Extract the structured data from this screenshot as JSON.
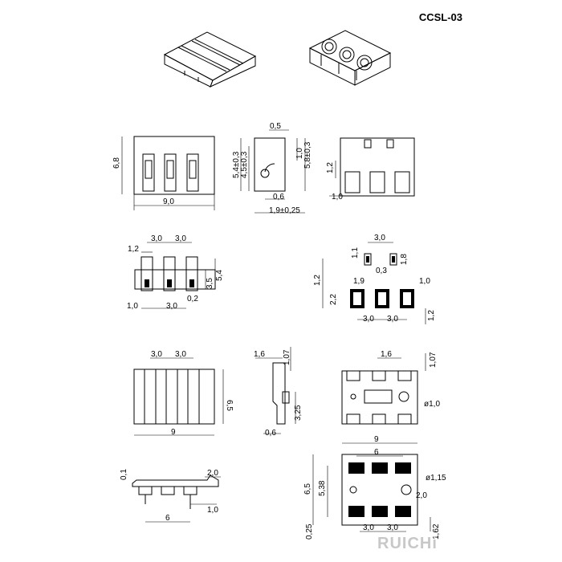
{
  "part_number": "CCSL-03",
  "brand": "RUICHi",
  "dims": {
    "d68": "6,8",
    "d90": "9,0",
    "d05": "0,5",
    "d54": "5,4±0,3",
    "d45": "4,5±0,3",
    "d10a": "1,0",
    "d58": "5,8±0,3",
    "d06a": "0,6",
    "d19": "1,9±0,25",
    "d12a": "1,2",
    "d10b": "1,0",
    "d12b": "1,2",
    "d30a": "3,0",
    "d30b": "3,0",
    "d35": "3,5",
    "d54b": "5,4",
    "d02": "0,2",
    "d10c": "1,0",
    "d30c": "3,0",
    "d30d": "3,0",
    "d11": "1,1",
    "d18": "1,8",
    "d03": "0,3",
    "d12c": "1,2",
    "d19b": "1,9",
    "d10d": "1,0",
    "d22": "2,2",
    "d30e": "3,0",
    "d30f": "3,0",
    "d12d": "1,2",
    "d30g": "3,0",
    "d30h": "3,0",
    "d65": "6,5",
    "d9": "9",
    "d16a": "1,6",
    "d107a": "1,07",
    "d325": "3,25",
    "d06b": "0,6",
    "d16b": "1,6",
    "d107b": "1,07",
    "dphi10": "ø1,0",
    "d01": "0,1",
    "d20a": "2,0",
    "d10e": "1,0",
    "d6a": "6",
    "d9b": "9",
    "d6b": "6",
    "d65b": "6,5",
    "d538": "5,38",
    "dphi115": "ø1,15",
    "d20b": "2,0",
    "d025": "0,25",
    "d30i": "3,0",
    "d30j": "3,0",
    "d162": "1,62"
  }
}
